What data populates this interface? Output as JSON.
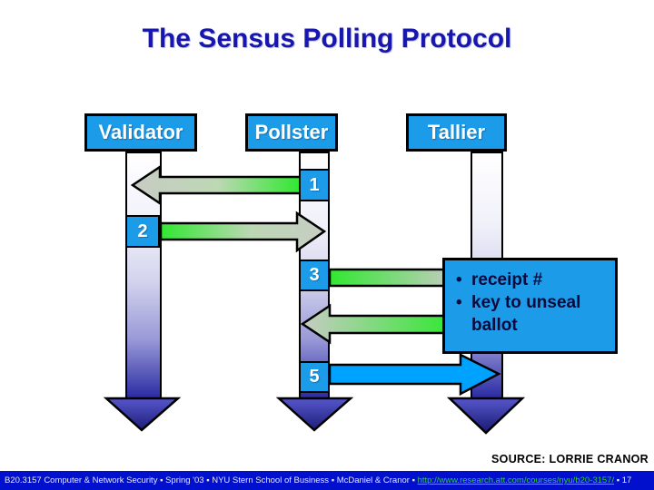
{
  "title": "The Sensus Polling Protocol",
  "entities": {
    "validator": "Validator",
    "pollster": "Pollster",
    "tallier": "Tallier"
  },
  "steps": {
    "s1": "1",
    "s2": "2",
    "s3": "3",
    "s5": "5"
  },
  "callout": {
    "bullet": "•",
    "items": [
      "receipt #",
      "key to unseal ballot"
    ]
  },
  "diagram": {
    "messages": [
      {
        "label": "1",
        "from": "Pollster",
        "to": "Validator",
        "style": "green-gradient"
      },
      {
        "label": "2",
        "from": "Validator",
        "to": "Pollster",
        "style": "green-gradient"
      },
      {
        "label": "3",
        "from": "Pollster",
        "to": "Tallier",
        "style": "green-gradient"
      },
      {
        "label": "",
        "from": "Tallier",
        "to": "Pollster",
        "style": "green-gradient"
      },
      {
        "label": "5",
        "from": "Pollster",
        "to": "Tallier",
        "style": "blue-solid"
      }
    ]
  },
  "source": "SOURCE: LORRIE CRANOR",
  "footer": {
    "text": "B20.3157 Computer & Network Security ▪ Spring '03 ▪ NYU Stern School of Business ▪ McDaniel & Cranor ▪ ",
    "link": "http://www.research.att.com/courses/nyu/b20-3157/",
    "page": " ▪ 17"
  },
  "colors": {
    "entity_box_blue": "#1b9be8",
    "arrow_green": "#30e830",
    "arrow_gray": "#c8ccc4",
    "arrow_blue": "#00a2ff",
    "timeline_dark_blue": "#2c2ca4",
    "title_blue": "#1717b0",
    "footer_bar_blue": "#0010cc",
    "footer_link_green": "#2ecc40"
  }
}
